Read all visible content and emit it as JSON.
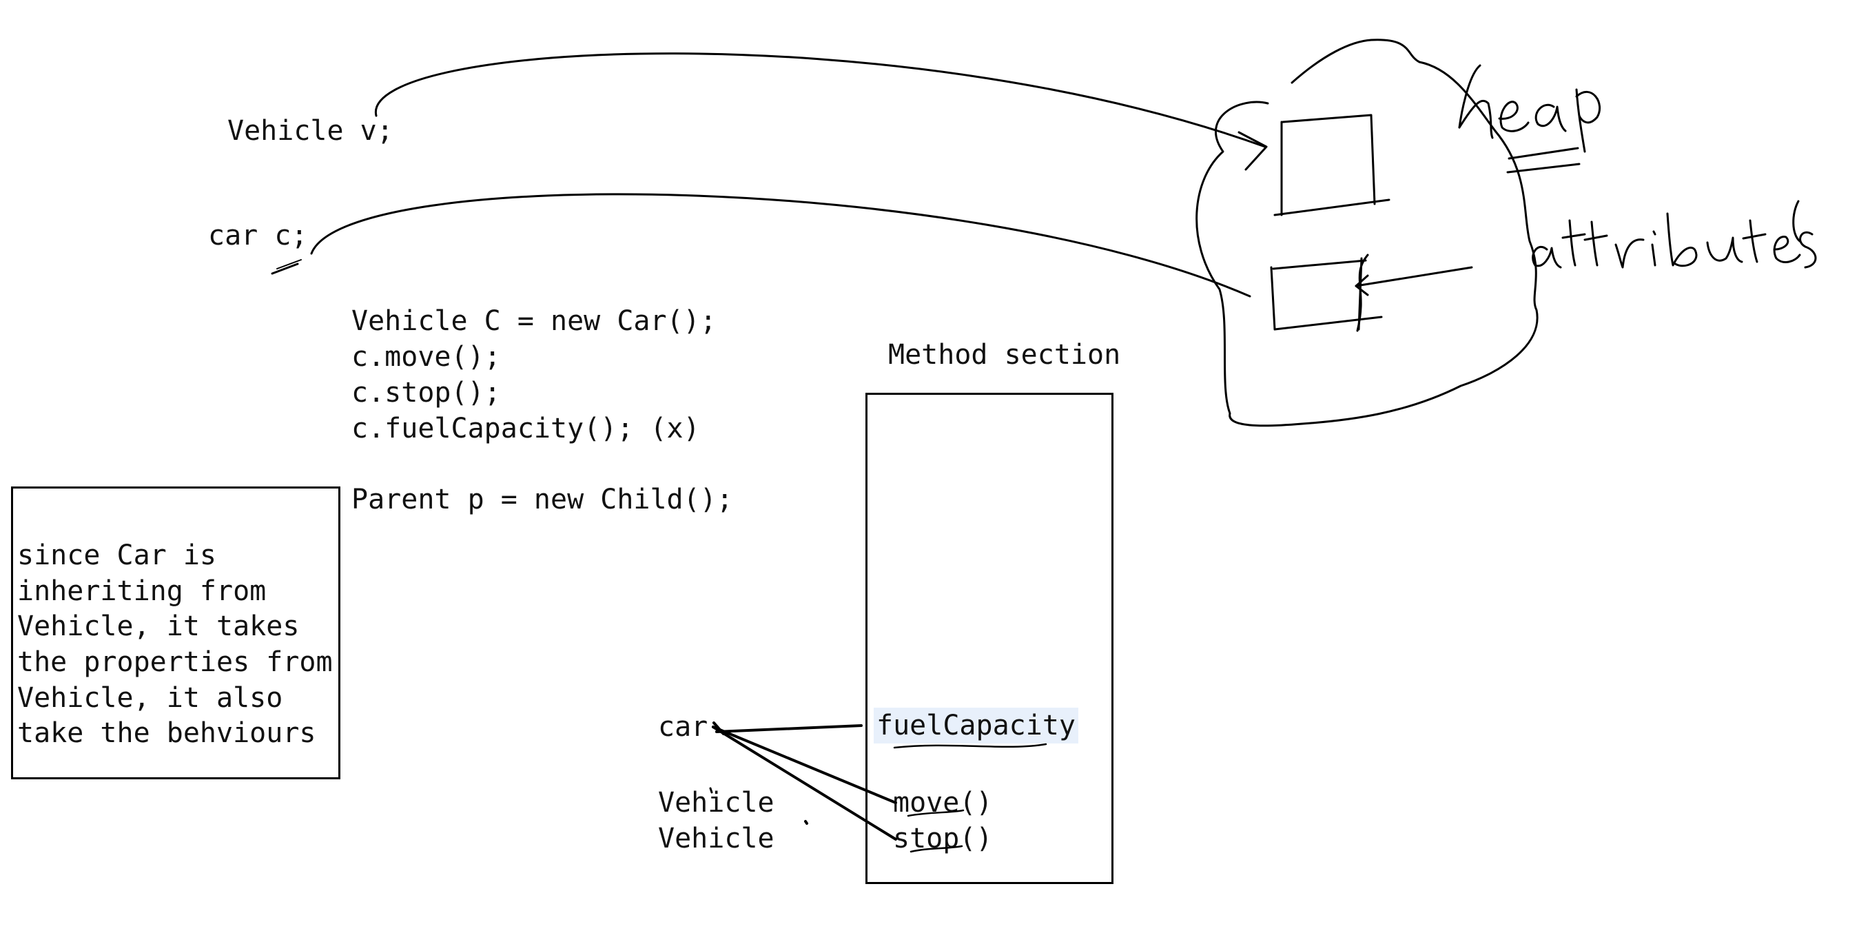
{
  "decl": {
    "vehicle_v": "Vehicle v;",
    "car_c": "car c;"
  },
  "code": {
    "line1": "Vehicle C = new Car();",
    "line2": "c.move();",
    "line3": "c.stop();",
    "line4": "c.fuelCapacity(); (x)",
    "line5": "Parent p = new Child();"
  },
  "note": {
    "line1": "since Car is",
    "line2": "inheriting from",
    "line3": "Vehicle, it takes",
    "line4": "the properties from",
    "line5": "Vehicle, it also",
    "line6": "take the behviours"
  },
  "method_section": {
    "title": "Method section",
    "items": [
      "fuelCapacity",
      "move()",
      "stop()"
    ]
  },
  "owners": {
    "car": "car",
    "vehicle1": "Vehicle",
    "vehicle2": "Vehicle"
  },
  "handwriting": {
    "heap": "heap",
    "attributes": "attributes"
  },
  "colors": {
    "ink": "#000000",
    "text": "#111111",
    "highlight": "#e8f0fb"
  }
}
